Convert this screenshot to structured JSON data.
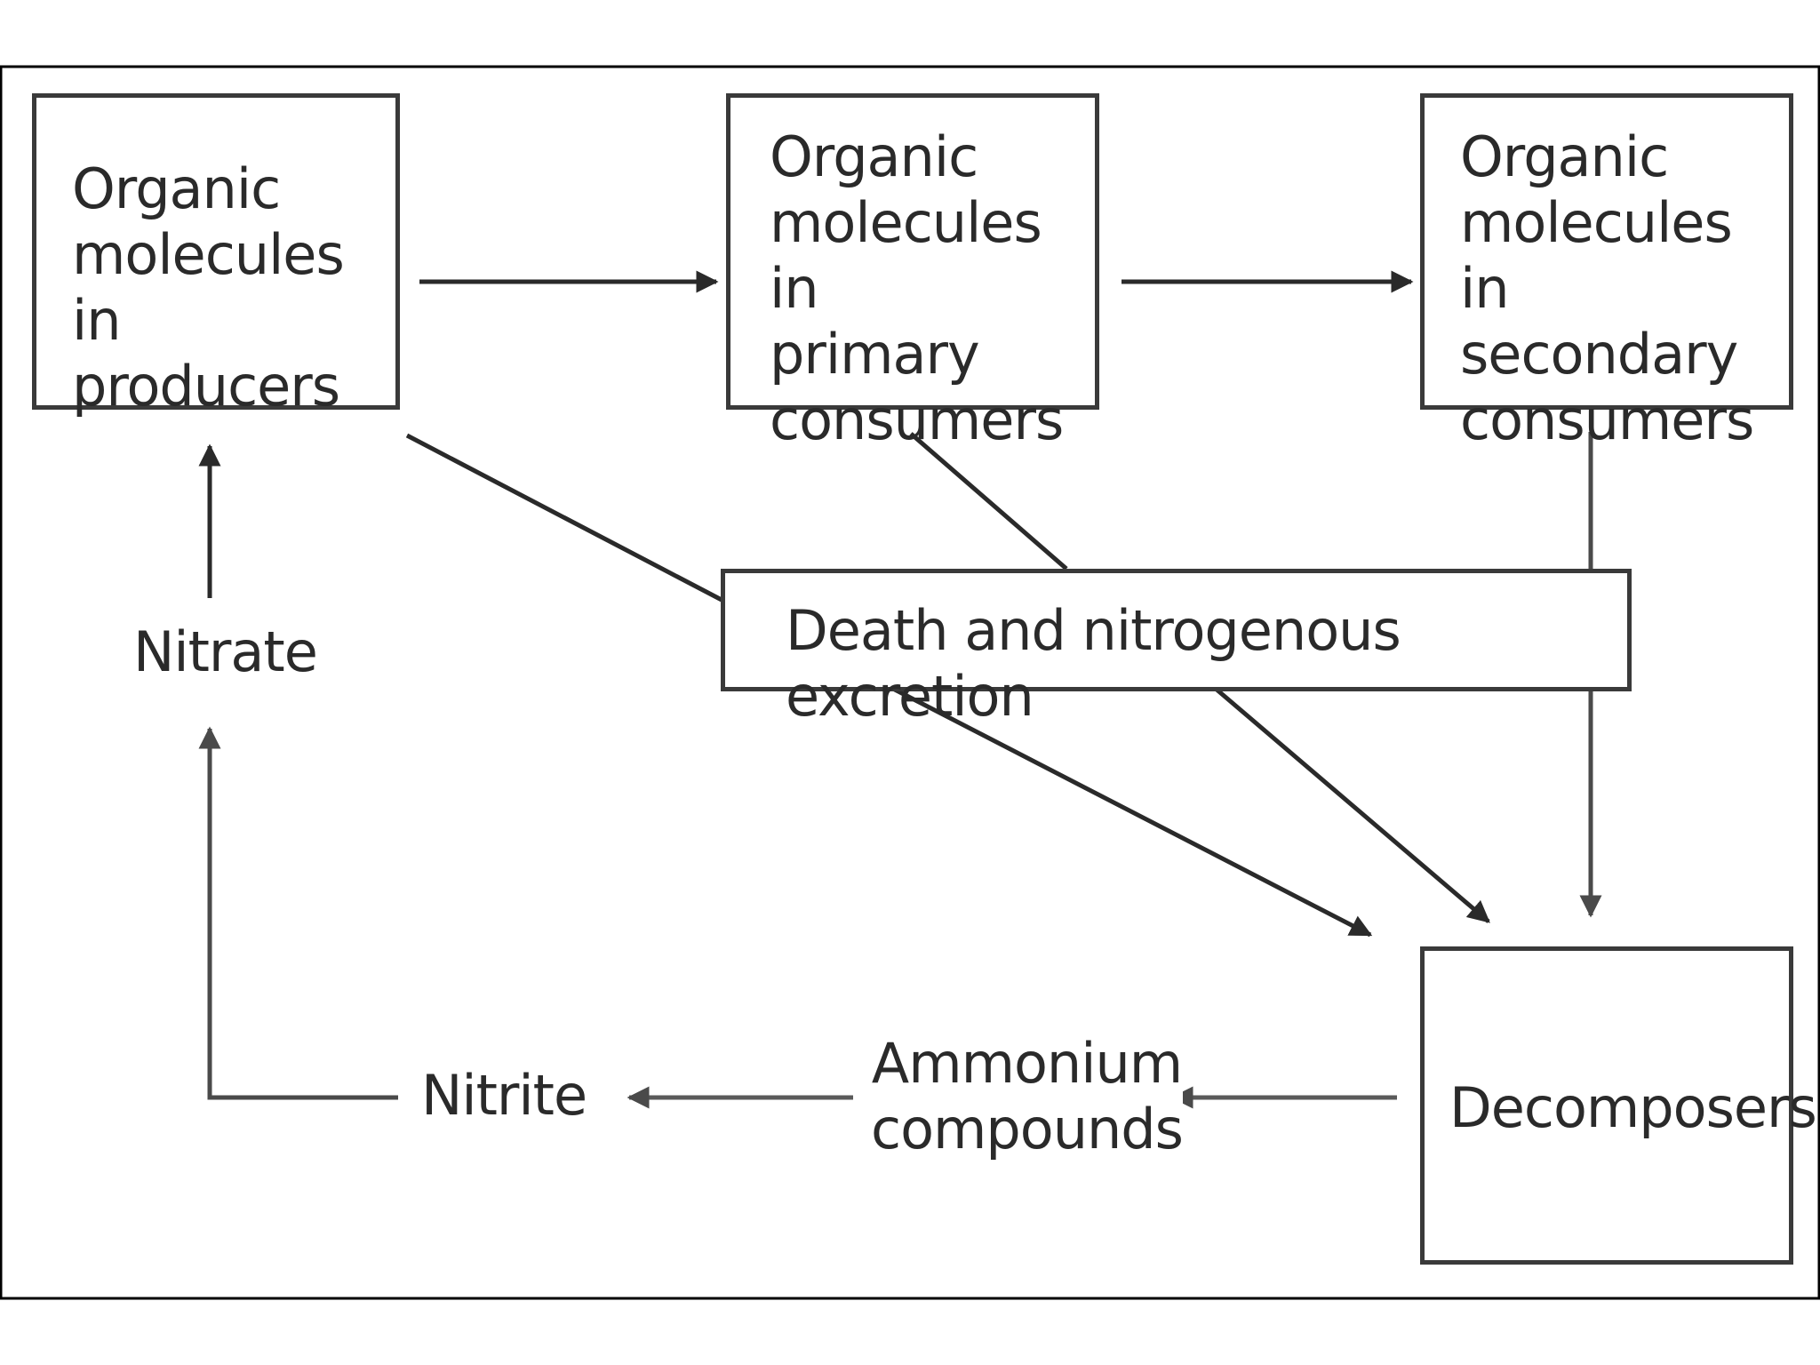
{
  "diagram": {
    "nodes": {
      "producers": "Organic\nmolecules in\nproducers",
      "primary_consumers": "Organic\nmolecules in\nprimary\nconsumers",
      "secondary_consumers": "Organic\nmolecules in\nsecondary\nconsumers",
      "death_excretion": "Death and nitrogenous excretion",
      "decomposers": "Decomposers"
    },
    "labels": {
      "nitrate": "Nitrate",
      "nitrite": "Nitrite",
      "ammonium": "Ammonium\ncompounds"
    },
    "colors": {
      "line": "#2a2a2a",
      "gray_line": "#5a5a5a",
      "box_border": "#3a3a3a",
      "frame": "#000000"
    }
  }
}
